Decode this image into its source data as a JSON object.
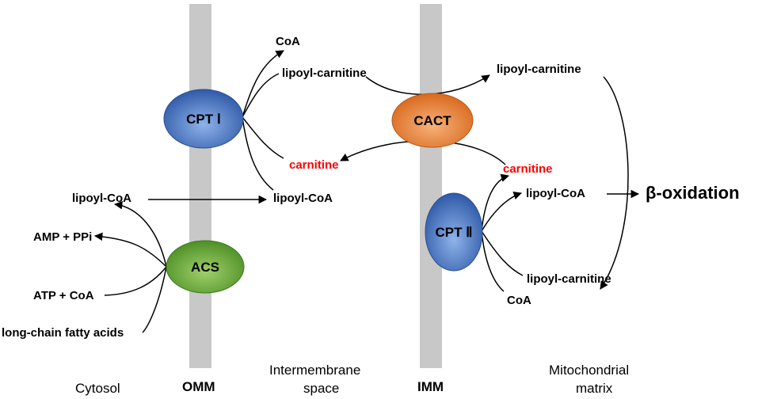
{
  "enzymes": {
    "cpt1": "CPT Ⅰ",
    "cact": "CACT",
    "acs": "ACS",
    "cpt2": "CPT Ⅱ"
  },
  "molecules": {
    "coa_top": "CoA",
    "lipoyl_carnitine_ims": "lipoyl-carnitine",
    "lipoyl_carnitine_matrix": "lipoyl-carnitine",
    "carnitine_ims": "carnitine",
    "carnitine_matrix": "carnitine",
    "lipoyl_coa_cytosol": "lipoyl-CoA",
    "lipoyl_coa_ims": "lipoyl-CoA",
    "lipoyl_coa_matrix": "lipoyl-CoA",
    "amp_ppi": "AMP + PPi",
    "atp_coa": "ATP + CoA",
    "fatty_acids": "long-chain fatty acids",
    "lipoyl_carnitine_bottom": "lipoyl-carnitine",
    "coa_bottom": "CoA",
    "beta_oxidation": "β-oxidation"
  },
  "regions": {
    "cytosol": "Cytosol",
    "omm": "OMM",
    "intermembrane_line1": "Intermembrane",
    "intermembrane_line2": "space",
    "imm": "IMM",
    "matrix_line1": "Mitochondrial",
    "matrix_line2": "matrix"
  },
  "colors": {
    "membrane": "#c8c8c8",
    "cpt": "#3a66b0",
    "cact": "#e07a2a",
    "acs": "#5f9e32",
    "carnitine": "#ff0000"
  }
}
